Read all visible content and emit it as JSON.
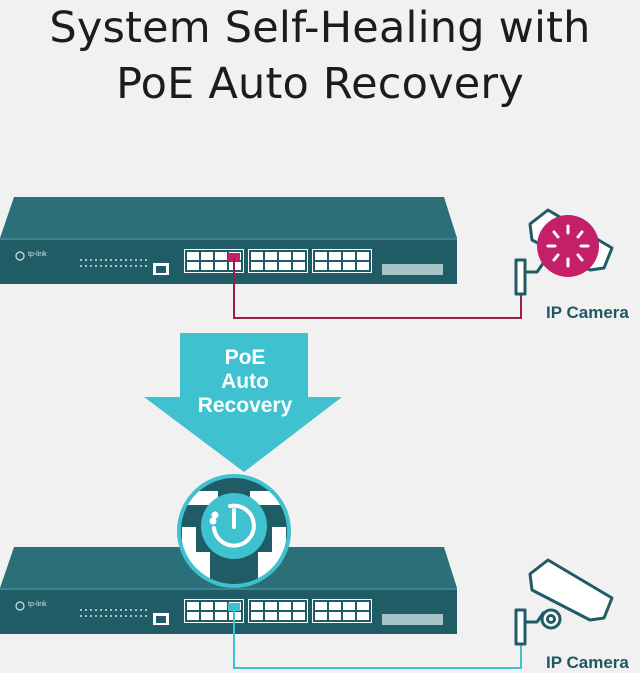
{
  "title": {
    "line1": "System Self-Healing with",
    "line2": "PoE Auto Recovery"
  },
  "arrow": {
    "line1": "PoE",
    "line2": "Auto",
    "line3": "Recovery"
  },
  "switch_top": {
    "brand": "tp-link"
  },
  "switch_bottom": {
    "brand": "tp-link"
  },
  "camera_top": {
    "label": "IP Camera",
    "status": "loading"
  },
  "camera_bottom": {
    "label": "IP Camera",
    "status": "recovered"
  },
  "colors": {
    "switch_body": "#1f5c66",
    "switch_top": "#2b6f79",
    "fault_cable": "#9b1c4f",
    "fault_indicator": "#c4206a",
    "ok_cable": "#3fc1cf",
    "arrow": "#3fc1cf",
    "camera_outline": "#1f5c66"
  },
  "icons": [
    "tp-link-logo-icon",
    "loading-spinner-icon",
    "recovery-power-icon",
    "security-camera-icon"
  ]
}
